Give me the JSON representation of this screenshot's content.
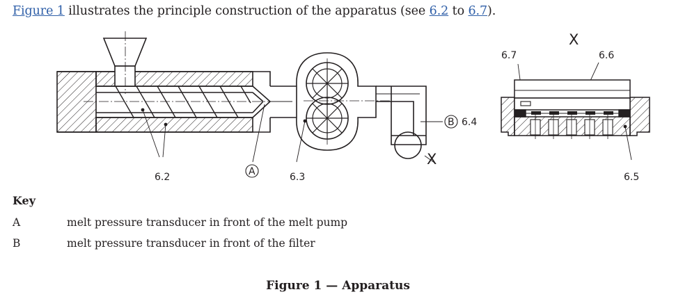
{
  "intro": {
    "prefix": " illustrates the principle construction of the apparatus (see ",
    "figure_link": "Figure 1",
    "link_from": "6.2",
    "between": " to ",
    "link_to": "6.7",
    "suffix": ")."
  },
  "figure": {
    "labels": {
      "l62": "6.2",
      "lA": "A",
      "l63": "6.3",
      "lB": "B",
      "l64": "6.4",
      "lX1": "X",
      "lX2": "X",
      "l67": "6.7",
      "l66": "6.6",
      "l65": "6.5"
    }
  },
  "key": {
    "title": "Key",
    "items": [
      {
        "code": "A",
        "text": "melt pressure transducer in front of the melt pump"
      },
      {
        "code": "B",
        "text": "melt pressure transducer in front of the filter"
      }
    ]
  },
  "caption": "Figure 1 — Apparatus"
}
